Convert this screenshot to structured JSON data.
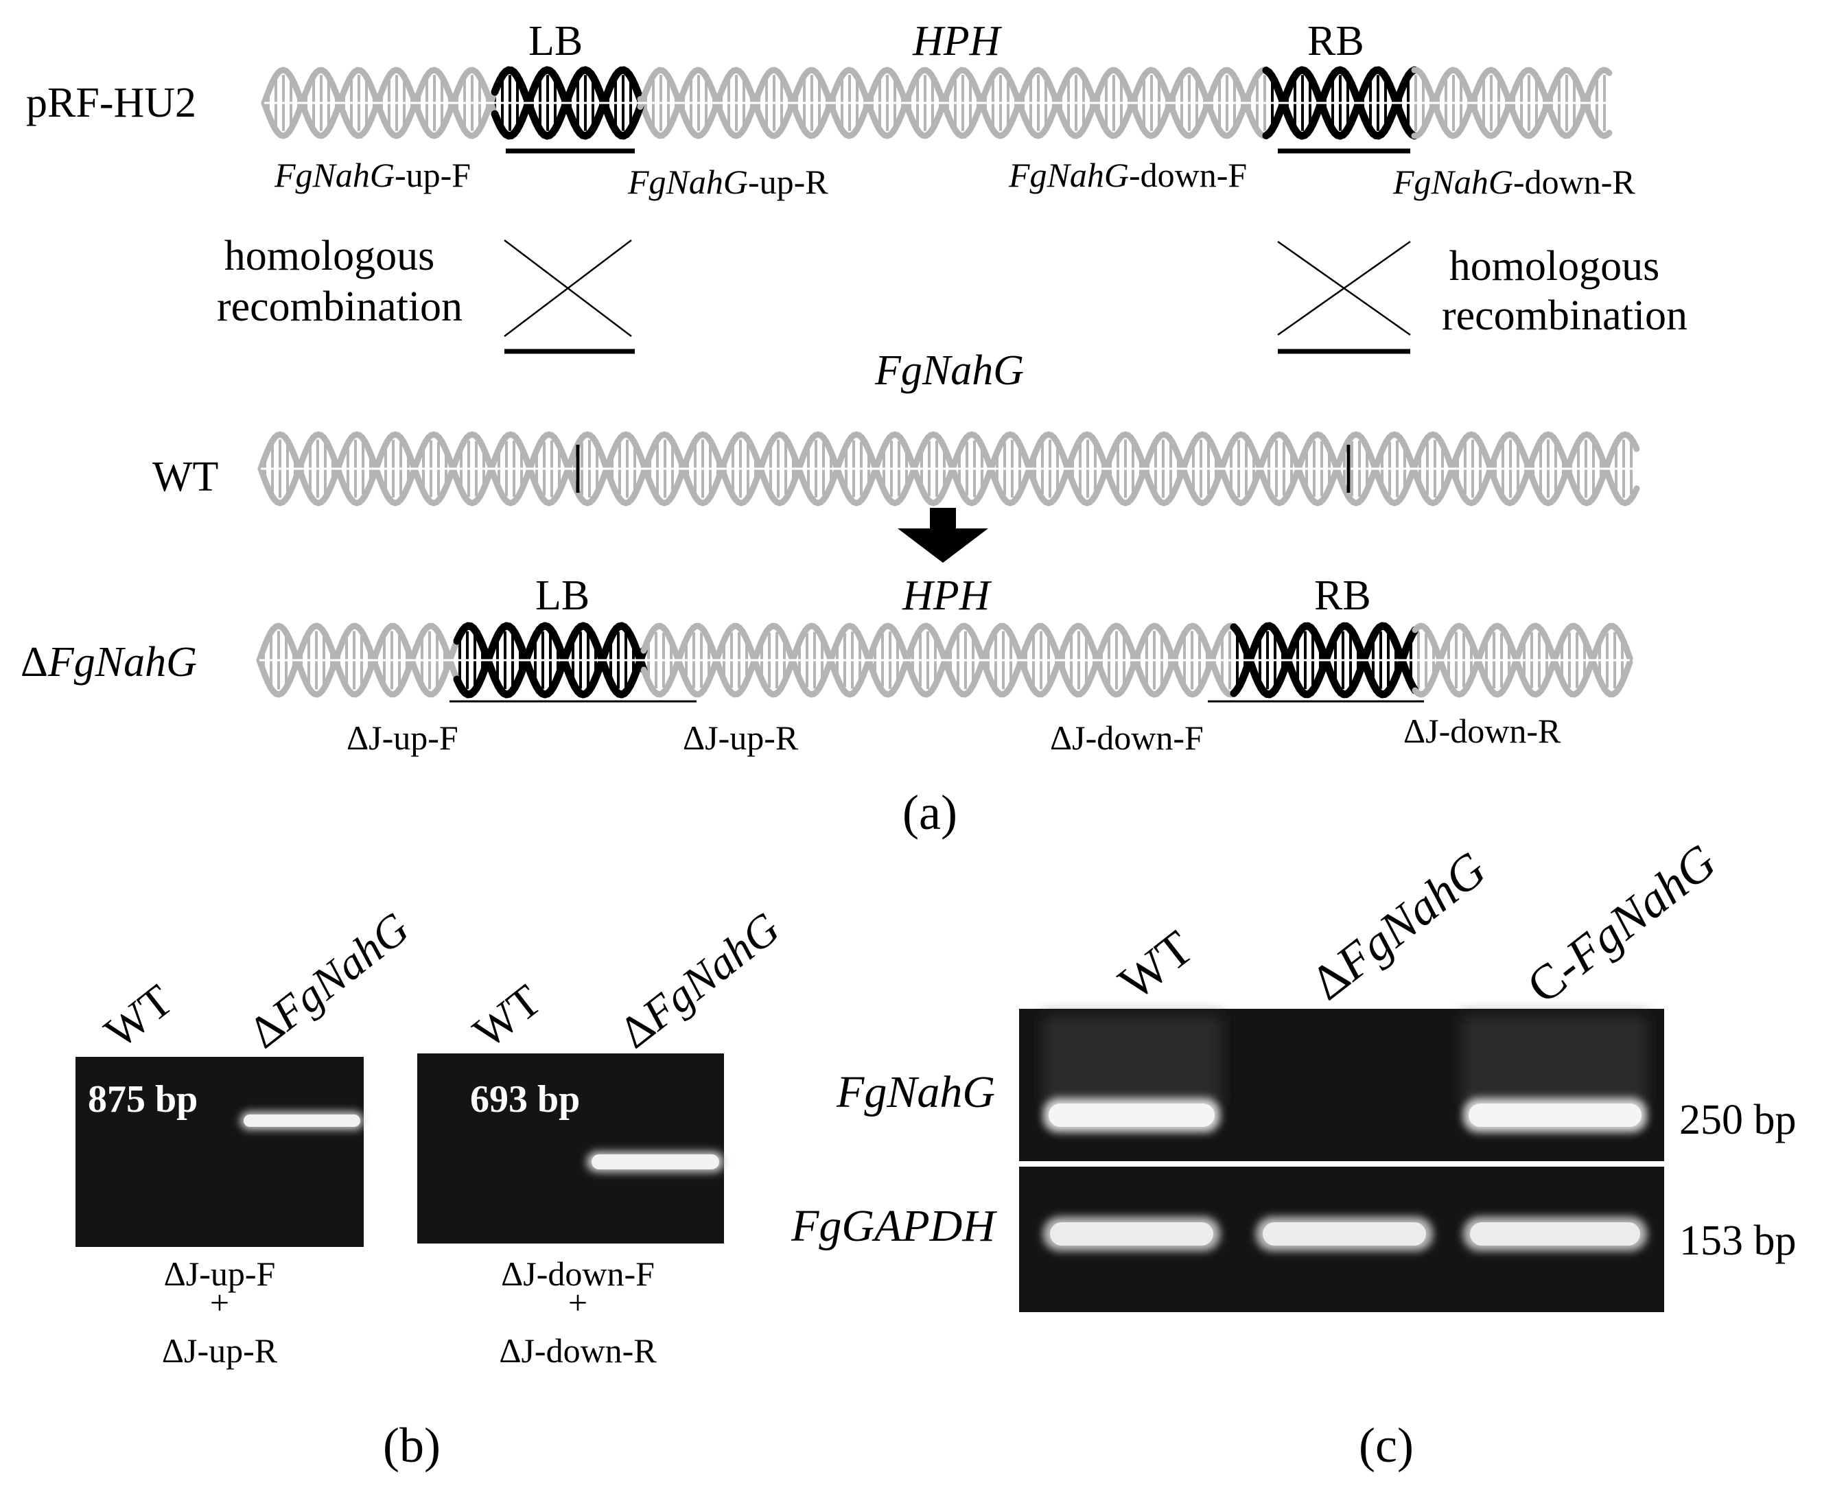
{
  "panel_a": {
    "plasmid_label": "pRF-HU2",
    "lb_label": "LB",
    "hph_label": "HPH",
    "rb_label": "RB",
    "primer_up_f": "FgNahG-up-F",
    "primer_up_r": "FgNahG-up-R",
    "primer_down_f": "FgNahG-down-F",
    "primer_down_r": "FgNahG-down-R",
    "primer_gene_italic": "FgNahG",
    "primer_suffix_up_f": "-up-F",
    "primer_suffix_up_r": "-up-R",
    "primer_suffix_down_f": "-down-F",
    "primer_suffix_down_r": "-down-R",
    "recombination_line1": "homologous",
    "recombination_line2": "recombination",
    "gene_label": "FgNahG",
    "wt_label": "WT",
    "mutant_label": "ΔFgNahG",
    "mutant_delta": "Δ",
    "mutant_gene": "FgNahG",
    "mutant_lb_label": "LB",
    "mutant_hph_label": "HPH",
    "mutant_rb_label": "RB",
    "j_up_f": "ΔJ-up-F",
    "j_up_r": "ΔJ-up-R",
    "j_down_f": "ΔJ-down-F",
    "j_down_r": "ΔJ-down-R",
    "caption": "(a)"
  },
  "panel_b": {
    "gel1": {
      "lane1": "WT",
      "lane2_delta": "Δ",
      "lane2_gene": "FgNahG",
      "size": "875 bp",
      "primer1": "ΔJ-up-F",
      "plus": "+",
      "primer2": "ΔJ-up-R"
    },
    "gel2": {
      "lane1": "WT",
      "lane2_delta": "Δ",
      "lane2_gene": "FgNahG",
      "size": "693 bp",
      "primer1": "ΔJ-down-F",
      "plus": "+",
      "primer2": "ΔJ-down-R"
    },
    "caption": "(b)"
  },
  "panel_c": {
    "lane1": "WT",
    "lane2_delta": "Δ",
    "lane2_gene": "FgNahG",
    "lane3_prefix": "C-",
    "lane3_gene": "FgNahG",
    "row1_label": "FgNahG",
    "row2_label": "FgGAPDH",
    "row1_size": "250 bp",
    "row2_size": "153 bp",
    "caption": "(c)"
  },
  "colors": {
    "dna_grey": "#b4b4b4",
    "dna_black": "#000000",
    "gel_background": "#141414",
    "band": "#f2f2f2"
  }
}
